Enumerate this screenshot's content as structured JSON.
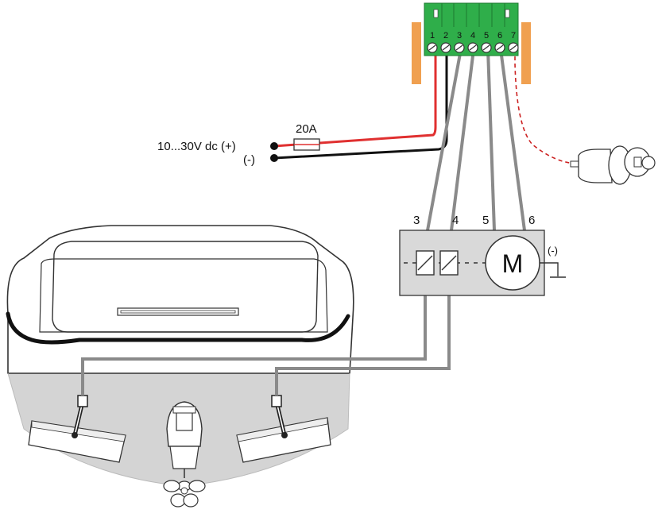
{
  "supply": {
    "voltage_label": "10...30V dc (+)",
    "negative_label": "(-)",
    "fuse_label": "20A"
  },
  "terminal_block": {
    "pins": [
      "1",
      "2",
      "3",
      "4",
      "5",
      "6",
      "7"
    ],
    "color": "#2fae4a",
    "bracket_color": "#f0a050"
  },
  "control_box": {
    "terminal_labels": [
      "3",
      "4",
      "5",
      "6"
    ],
    "motor_label": "M",
    "ground_label": "(-)"
  },
  "wire_colors": {
    "positive": "#e03030",
    "negative": "#111111",
    "signal": "#8a8a8a",
    "sensor": "#cc2222"
  }
}
